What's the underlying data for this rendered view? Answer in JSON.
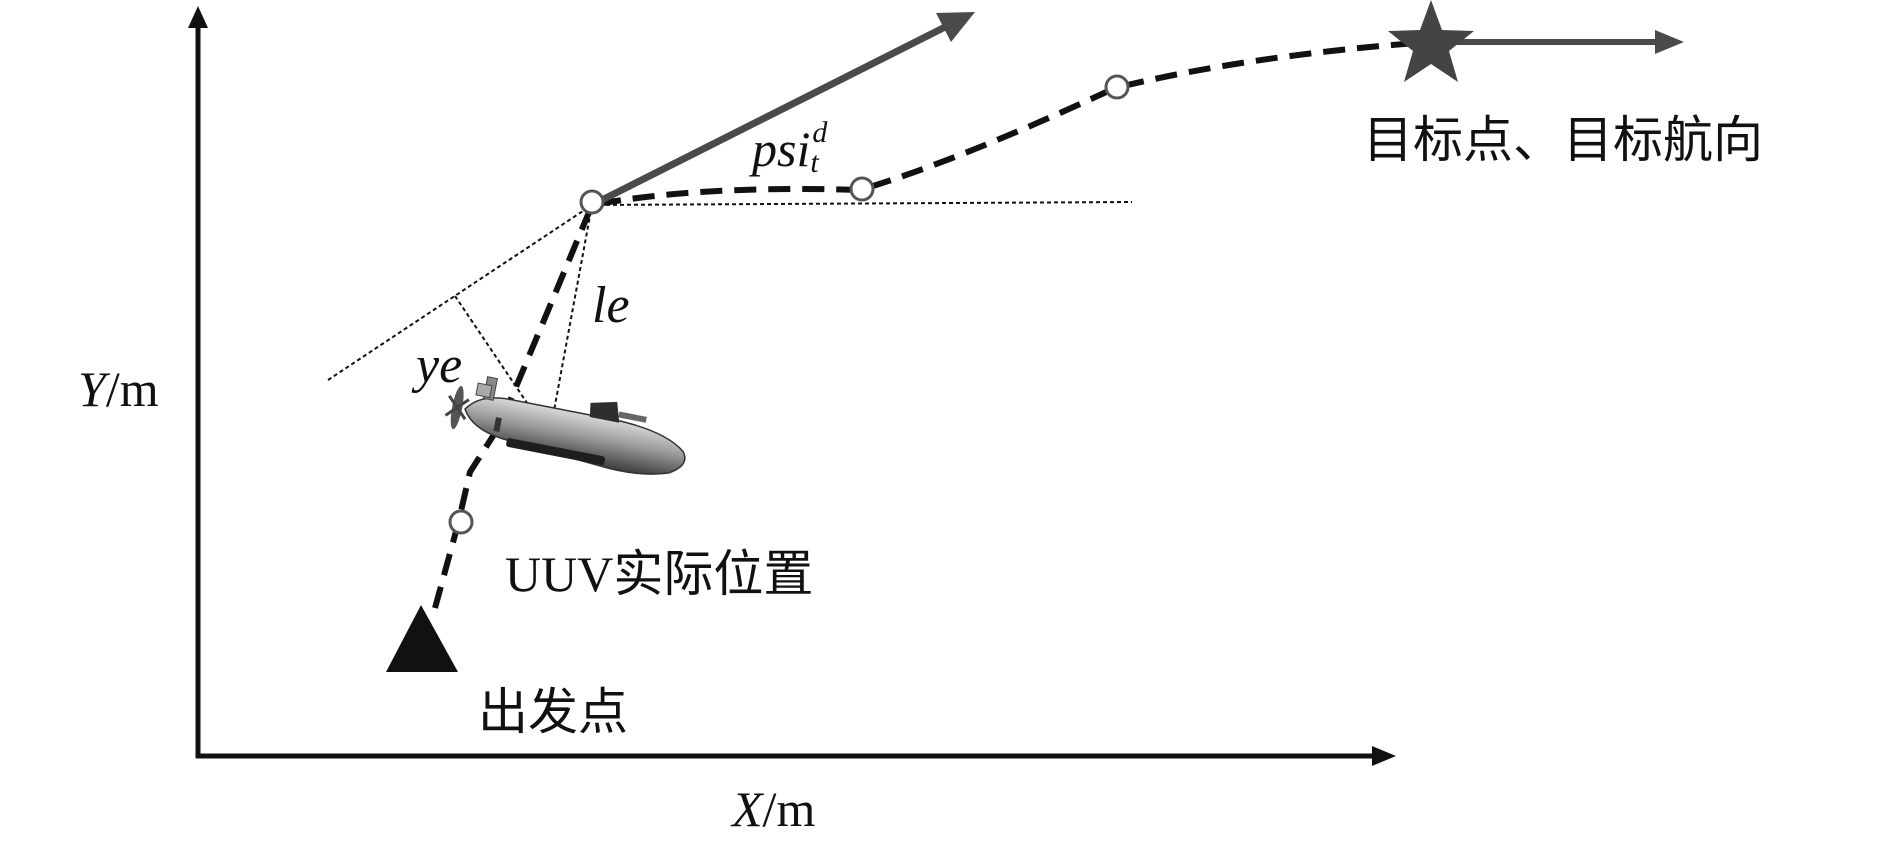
{
  "axes": {
    "x_label_var": "X",
    "x_label_unit": "/m",
    "y_label_var": "Y",
    "y_label_unit": "/m"
  },
  "labels": {
    "start": "出发点",
    "uuv": "UUV实际位置",
    "target": "目标点、目标航向",
    "ye": "ye",
    "le": "le",
    "psi_base": "psi",
    "psi_sub": "t",
    "psi_sup": "d"
  },
  "colors": {
    "path": "#111111",
    "arrow": "#4a4a4a",
    "star": "#444444",
    "start_marker": "#111111"
  },
  "icons": {
    "start": "triangle-icon",
    "target": "star-icon",
    "vehicle": "submarine-icon",
    "waypoint": "circle-icon"
  }
}
